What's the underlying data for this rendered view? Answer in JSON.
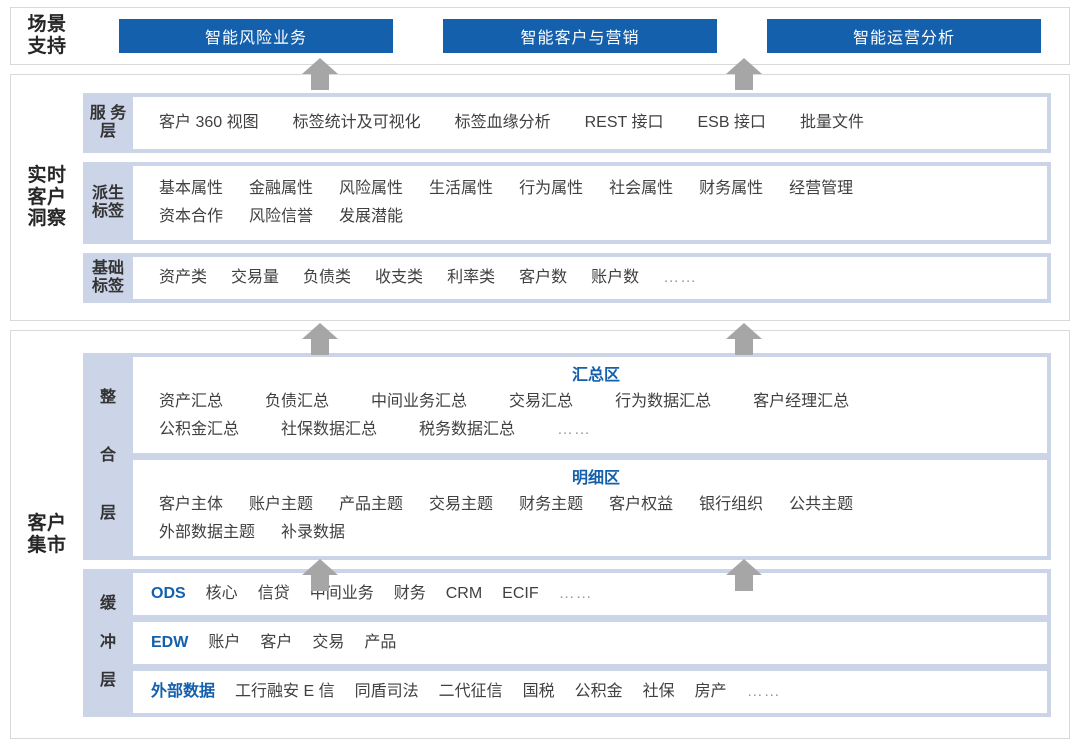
{
  "theme": {
    "accent_blue": "#1560ac",
    "band_blue": "#ccd4e8",
    "arrow_gray": "#a6a6a6",
    "border_gray": "#d9d9d9"
  },
  "sections": {
    "scene": {
      "label_lines": [
        "场景",
        "支持"
      ],
      "buttons": [
        "智能风险业务",
        "智能客户与营销",
        "智能运营分析"
      ]
    },
    "insight": {
      "label_lines": [
        "实时",
        "客户",
        "洞察"
      ],
      "bands": [
        {
          "label_lines": [
            "服",
            "务",
            "层"
          ],
          "rows": [
            [
              "客户 360 视图",
              "标签统计及可视化",
              "标签血缘分析",
              "REST 接口",
              "ESB 接口",
              "批量文件"
            ]
          ]
        },
        {
          "label_lines": [
            "派生",
            "标签"
          ],
          "rows": [
            [
              "基本属性",
              "金融属性",
              "风险属性",
              "生活属性",
              "行为属性",
              "社会属性",
              "财务属性",
              "经营管理"
            ],
            [
              "资本合作",
              "风险信誉",
              "发展潜能"
            ]
          ]
        },
        {
          "label_lines": [
            "基础",
            "标签"
          ],
          "rows": [
            [
              "资产类",
              "交易量",
              "负债类",
              "收支类",
              "利率类",
              "客户数",
              "账户数",
              "……"
            ]
          ]
        }
      ]
    },
    "mart": {
      "label_lines": [
        "客户",
        "集市"
      ],
      "integration": {
        "label_lines": [
          "整",
          "合",
          "层"
        ],
        "zones": [
          {
            "title": "汇总区",
            "rows": [
              [
                "资产汇总",
                "负债汇总",
                "中间业务汇总",
                "交易汇总",
                "行为数据汇总",
                "客户经理汇总"
              ],
              [
                "公积金汇总",
                "社保数据汇总",
                "税务数据汇总",
                "……"
              ]
            ]
          },
          {
            "title": "明细区",
            "rows": [
              [
                "客户主体",
                "账户主题",
                "产品主题",
                "交易主题",
                "财务主题",
                "客户权益",
                "银行组织",
                "公共主题"
              ],
              [
                "外部数据主题",
                "补录数据"
              ]
            ]
          }
        ]
      },
      "buffer": {
        "label_lines": [
          "缓",
          "冲",
          "层"
        ],
        "rows": [
          {
            "tag": "ODS",
            "items": [
              "核心",
              "信贷",
              "中间业务",
              "财务",
              "CRM",
              "ECIF",
              "……"
            ]
          },
          {
            "tag": "EDW",
            "items": [
              "账户",
              "客户",
              "交易",
              "产品"
            ]
          },
          {
            "tag": "外部数据",
            "items": [
              "工行融安 E 信",
              "同盾司法",
              "二代征信",
              "国税",
              "公积金",
              "社保",
              "房产",
              "……"
            ]
          }
        ]
      }
    }
  },
  "arrows": {
    "icon": "arrow-up-icon",
    "count": 6
  }
}
